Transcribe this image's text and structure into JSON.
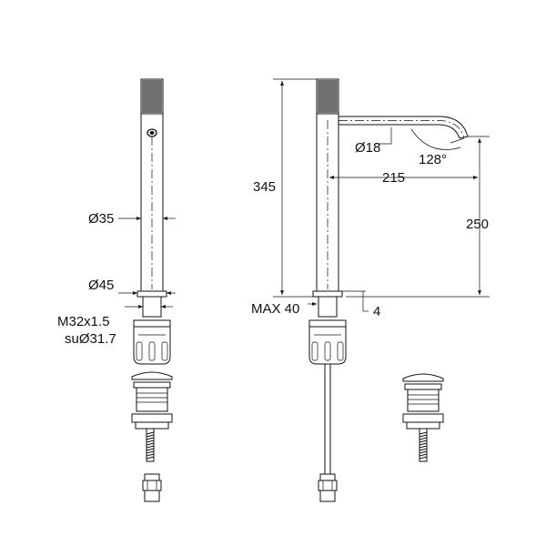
{
  "colors": {
    "line": "#111111",
    "background": "#ffffff"
  },
  "front_view": {
    "body_diameter": "Ø35",
    "base_diameter": "Ø45",
    "thread_spec": "M32x1.5",
    "thread_sub": "suØ31.7"
  },
  "side_view": {
    "height": "345",
    "spout_diameter": "Ø18",
    "spout_reach": "215",
    "spout_angle": "128°",
    "spout_clearance": "250",
    "max_deck": "MAX 40",
    "base_thickness": "4"
  }
}
